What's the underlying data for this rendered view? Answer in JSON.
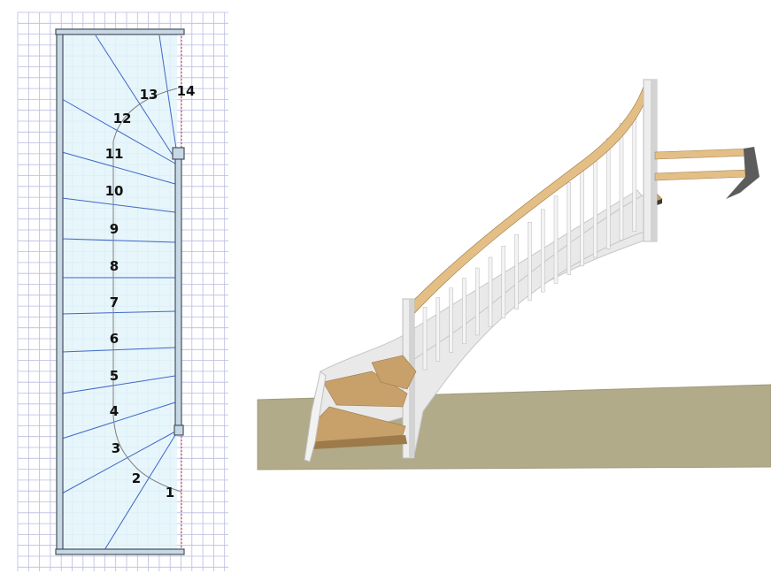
{
  "plan": {
    "step_numbers": [
      "1",
      "2",
      "3",
      "4",
      "5",
      "6",
      "7",
      "8",
      "9",
      "10",
      "11",
      "12",
      "13",
      "14"
    ],
    "colors": {
      "grid": "#b9bce0",
      "tread_fill": "#e3f4fa",
      "tread_line": "#3f67c8",
      "stringer_fill": "#c6d8e6",
      "stringer_stroke": "#4b4f59",
      "walkline": "#7d7d7d",
      "red_line": "#d8243a",
      "label": "#111111"
    }
  },
  "render": {
    "colors": {
      "floor": "#b1ab8a",
      "floor_edge": "#9f9a7a",
      "stringer": "#e9e9e9",
      "stringer_shadow": "#c7c7c7",
      "tread": "#c8a06a",
      "tread_dark": "#9d7a4a",
      "handrail": "#e3be85",
      "baluster": "#f4f4f4",
      "newel": "#ededed"
    }
  }
}
